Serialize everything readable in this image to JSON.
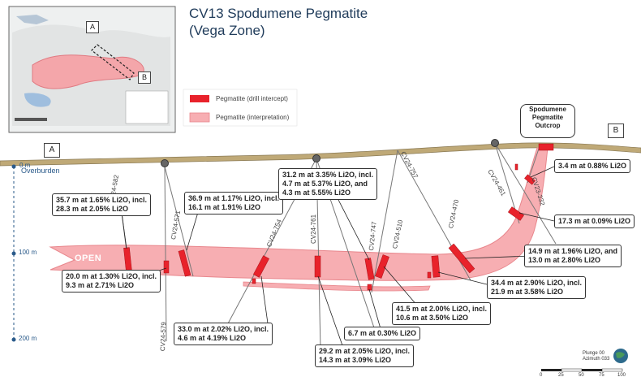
{
  "title": {
    "line1": "CV13 Spodumene Pegmatite",
    "line2": "(Vega Zone)"
  },
  "legend": {
    "drill_intercept": "Pegmatite (drill intercept)",
    "interpretation": "Pegmatite (interpretation)"
  },
  "inset_map": {
    "label_a": "A",
    "label_b": "B"
  },
  "section_labels": {
    "a": "A",
    "b": "B"
  },
  "outcrop_label": {
    "line1": "Spodumene",
    "line2": "Pegmatite",
    "line3": "Outcrop"
  },
  "overburden_label": "Overburden",
  "open_label": "OPEN",
  "depth_labels": [
    "0 m",
    "100 m",
    "200 m"
  ],
  "drill_holes": [
    "CV24-582",
    "CV24-571",
    "CV24-579",
    "CV24-754",
    "CV24-761",
    "CV24-747",
    "CV24-510",
    "CV24-757",
    "CV24-470",
    "CV24-461",
    "CV23-332"
  ],
  "callouts": [
    {
      "id": "c582",
      "lines": [
        "35.7 m at 1.65% Li2O, incl.",
        "28.3 m at 2.05% Li2O"
      ]
    },
    {
      "id": "c571",
      "lines": [
        "36.9 m at 1.17% Li2O, incl.",
        "16.1 m at 1.91% Li2O"
      ]
    },
    {
      "id": "c747",
      "lines": [
        "31.2 m at 3.35% Li2O, incl.",
        "4.7 m at 5.37% Li2O, and",
        "4.3 m at 5.55% Li2O"
      ]
    },
    {
      "id": "c332a",
      "lines": [
        "3.4 m at 0.88% Li2O"
      ]
    },
    {
      "id": "c332b",
      "lines": [
        "17.3 m at 0.09% Li2O"
      ]
    },
    {
      "id": "c461",
      "lines": [
        "14.9 m at 1.96% Li2O, and",
        "13.0 m at 2.80% Li2O"
      ]
    },
    {
      "id": "c470",
      "lines": [
        "34.4 m at 2.90% Li2O, incl.",
        "21.9 m at 3.58% Li2O"
      ]
    },
    {
      "id": "c510",
      "lines": [
        "41.5 m at 2.00% Li2O, incl.",
        "10.6 m at 3.50% Li2O"
      ]
    },
    {
      "id": "c747b",
      "lines": [
        "6.7 m at 0.30% Li2O"
      ]
    },
    {
      "id": "c761",
      "lines": [
        "29.2 m at 2.05% Li2O, incl.",
        "14.3 m at 3.09% Li2O"
      ]
    },
    {
      "id": "c754",
      "lines": [
        "33.0 m at 2.02% Li2O, incl.",
        "4.6 m at 4.19% Li2O"
      ]
    },
    {
      "id": "c579",
      "lines": [
        "20.0 m at 1.30% Li2O, incl.",
        "9.3 m at 2.71% Li2O"
      ]
    }
  ],
  "plunge_text": {
    "line1": "Plunge 00",
    "line2": "Azimuth 033"
  },
  "scale_ticks": [
    "0",
    "25",
    "50",
    "75",
    "100"
  ],
  "colors": {
    "title": "#1f3b5a",
    "pegmatite_interp": "#f7aeb2",
    "pegmatite_interp_edge": "#e8868c",
    "intercept": "#e8222b",
    "overburden": "#bfa977",
    "depth_axis": "#2a5a8a"
  }
}
